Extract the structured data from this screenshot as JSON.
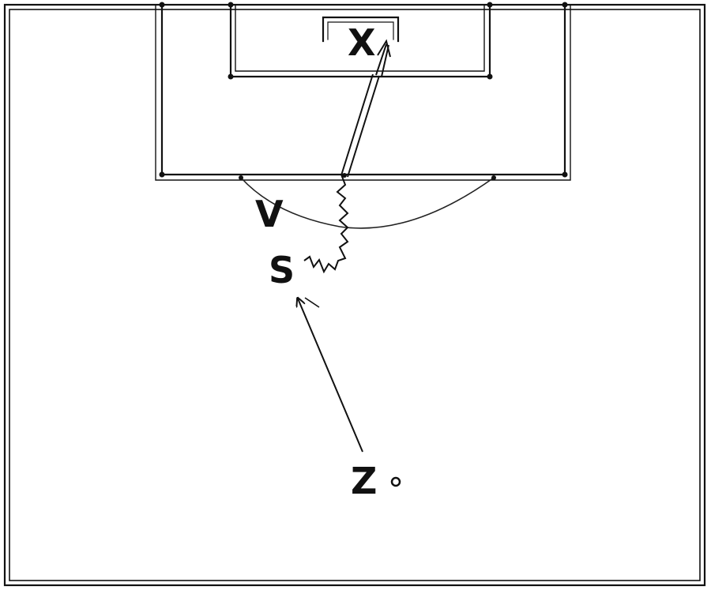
{
  "players": [
    {
      "key": "goalkeeper",
      "label": "X"
    },
    {
      "key": "defender",
      "label": "V"
    },
    {
      "key": "shooter",
      "label": "S"
    },
    {
      "key": "server",
      "label": "Z"
    }
  ],
  "colors": {
    "lines": "#111111",
    "background": "#ffffff"
  }
}
